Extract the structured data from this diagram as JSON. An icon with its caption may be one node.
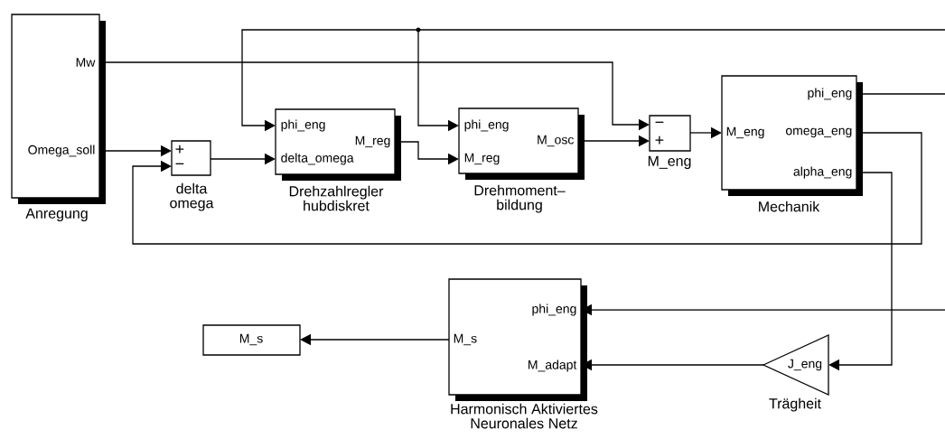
{
  "diagram": {
    "nodes": [
      {
        "text": [
          "Mw",
          "Omega_soll"
        ],
        "beside": [
          "Anregung"
        ]
      },
      {
        "text": [
          "+",
          "−"
        ],
        "beside": [
          "delta omega"
        ]
      },
      {
        "text": [
          "phi_eng",
          "delta_omega",
          "M_reg"
        ],
        "beside": [
          "Drehzahlregler hubdiskret"
        ]
      },
      {
        "text": [
          "phi_eng",
          "M_reg",
          "M_osc"
        ],
        "beside": [
          "Drehmoment– bildung"
        ]
      },
      {
        "text": [
          "−",
          "+"
        ],
        "beside": [
          "M_eng"
        ]
      },
      {
        "text": [
          "M_eng",
          "phi_eng",
          "omega_eng",
          "alpha_eng"
        ],
        "beside": [
          "Mechanik"
        ]
      },
      {
        "text": [
          "M_s"
        ]
      },
      {
        "text": [
          "phi_eng",
          "M_s",
          "M_adapt"
        ],
        "beside": [
          "Harmonisch Aktiviertes Neuronales Netz"
        ]
      },
      {
        "text": [
          "J_eng"
        ],
        "beside": [
          "Trägheit"
        ]
      }
    ],
    "edges": [
      {
        "from": 0,
        "to": 4,
        "arrow": "to"
      },
      {
        "from": 0,
        "to": 1,
        "arrow": "to"
      },
      {
        "from": null,
        "to": 2,
        "arrow": "to"
      },
      {
        "from": null,
        "to": 3,
        "arrow": "to"
      },
      {
        "from": 1,
        "to": 2,
        "arrow": "to"
      },
      {
        "from": 2,
        "to": 3,
        "arrow": "to"
      },
      {
        "from": 3,
        "to": 4,
        "arrow": "to"
      },
      {
        "from": 4,
        "to": 5,
        "arrow": "to"
      },
      {
        "from": 5,
        "to": null,
        "arrow": "none"
      },
      {
        "from": 5,
        "to": 1,
        "arrow": "to"
      },
      {
        "from": 5,
        "to": 8,
        "arrow": "to"
      },
      {
        "from": null,
        "to": 7,
        "arrow": "to"
      },
      {
        "from": 8,
        "to": 7,
        "arrow": "to"
      },
      {
        "from": 7,
        "to": 6,
        "arrow": "to"
      }
    ]
  }
}
